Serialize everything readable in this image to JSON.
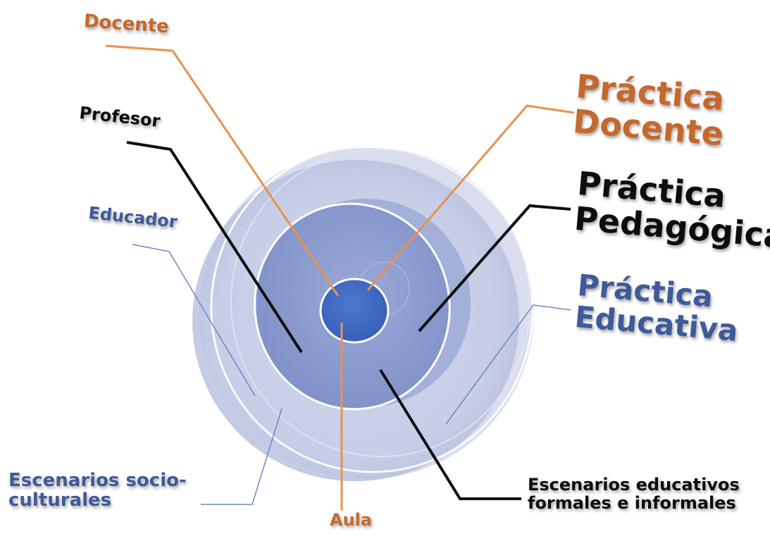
{
  "colors": {
    "orange": "#c5682c",
    "orange_line": "#e8924f",
    "black": "#0d0d0d",
    "blue": "#3f5a9a",
    "blue_line": "#6f87c4",
    "outer_disc": "#c8cfe6",
    "middle_disc": "#8b9ccf",
    "inner_disc": "#3f68c0"
  },
  "labels": {
    "docente": "Docente",
    "profesor": "Profesor",
    "educador": "Educador",
    "practica_docente": [
      "Práctica",
      "Docente"
    ],
    "practica_pedagogica": [
      "Práctica",
      "Pedagógica"
    ],
    "practica_educativa": [
      "Práctica",
      "Educativa"
    ],
    "escenarios_socioculturales": [
      "Escenarios socio-",
      "culturales"
    ],
    "aula": "Aula",
    "escenarios_educativos": [
      "Escenarios educativos",
      "formales e informales"
    ]
  }
}
